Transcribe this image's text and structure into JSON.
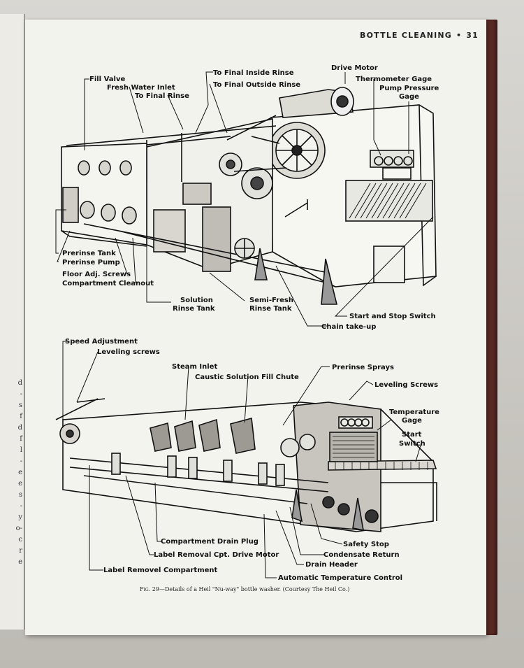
{
  "prev_page": {
    "fragments": [
      "d",
      "-",
      "s",
      "f",
      "d",
      "f",
      "l",
      "-",
      "e",
      "e",
      "s",
      "-",
      "y",
      "o-",
      "c",
      "r",
      "e"
    ]
  },
  "header": {
    "section": "BOTTLE CLEANING",
    "separator": "•",
    "page_number": "31"
  },
  "figure_top": {
    "labels": {
      "fill_valve": "Fill Valve",
      "fresh_water_inlet": "Fresh Water Inlet",
      "to_final_rinse": "To Final Rinse",
      "to_final_inside_rinse": "To Final Inside Rinse",
      "to_final_outside_rinse": "To Final Outside Rinse",
      "drive_motor": "Drive Motor",
      "thermometer_gage": "Thermometer Gage",
      "pump_pressure_1": "Pump Pressure",
      "pump_pressure_2": "Gage",
      "prerinse_tank": "Prerinse Tank",
      "prerinse_pump": "Prerinse Pump",
      "floor_adj_screws": "Floor Adj. Screws",
      "compartment_cleanout": "Compartment Cleanout",
      "solution_1": "Solution",
      "solution_2": "Rinse Tank",
      "semi_fresh_1": "Semi-Fresh",
      "semi_fresh_2": "Rinse Tank",
      "start_stop_switch": "Start and Stop Switch",
      "chain_take_up": "Chain take-up"
    }
  },
  "figure_bottom": {
    "labels": {
      "speed_adjustment": "Speed Adjustment",
      "leveling_screws_left": "Leveling screws",
      "steam_inlet": "Steam Inlet",
      "caustic_fill_chute": "Caustic Solution Fill Chute",
      "prerinse_sprays": "Prerinse Sprays",
      "leveling_screws_right": "Leveling Screws",
      "temperature_1": "Temperature",
      "temperature_2": "Gage",
      "start_1": "Start",
      "start_2": "Switch",
      "compartment_drain_plug": "Compartment Drain Plug",
      "label_removal_motor": "Label Removal Cpt. Drive Motor",
      "label_removel_compartment": "Label Removel Compartment",
      "safety_stop": "Safety Stop",
      "condensate_return": "Condensate Return",
      "drain_header": "Drain Header",
      "automatic_temp_control": "Automatic Temperature Control"
    }
  },
  "caption": {
    "fig_number": "Fig. 29",
    "text": "—Details of a Heil \"Nu-way\" bottle washer. (Courtesy The Heil Co.)"
  }
}
